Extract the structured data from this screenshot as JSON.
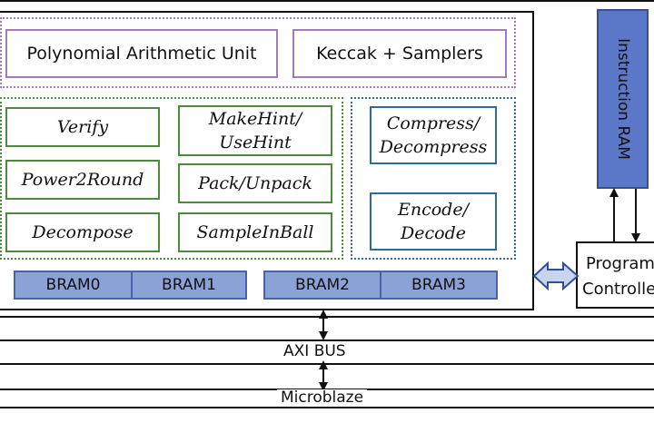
{
  "top_units": {
    "poly": "Polynomial Arithmetic Unit",
    "keccak": "Keccak + Samplers"
  },
  "green_units": {
    "verify": "Verify",
    "makehint_1": "MakeHint/",
    "makehint_2": "UseHint",
    "power2round": "Power2Round",
    "packunpack": "Pack/Unpack",
    "decompose": "Decompose",
    "sampleinball": "SampleInBall"
  },
  "blue_units": {
    "compress_1": "Compress/",
    "compress_2": "Decompress",
    "encode_1": "Encode/",
    "encode_2": "Decode"
  },
  "brams": [
    "BRAM0",
    "BRAM1",
    "BRAM2",
    "BRAM3"
  ],
  "side": {
    "instruction_ram": "Instruction RAM",
    "controller_1": "Program",
    "controller_2": "Controller"
  },
  "buses": {
    "axi": "AXI BUS",
    "microblaze": "Microblaze"
  },
  "colors": {
    "purple": "#a07cb8",
    "green": "#4e8a3e",
    "blue": "#2f6a9a",
    "bram_fill": "#8aa2d6",
    "ram_fill": "#5b78c8",
    "arrow_fill": "#c9d4ef"
  }
}
